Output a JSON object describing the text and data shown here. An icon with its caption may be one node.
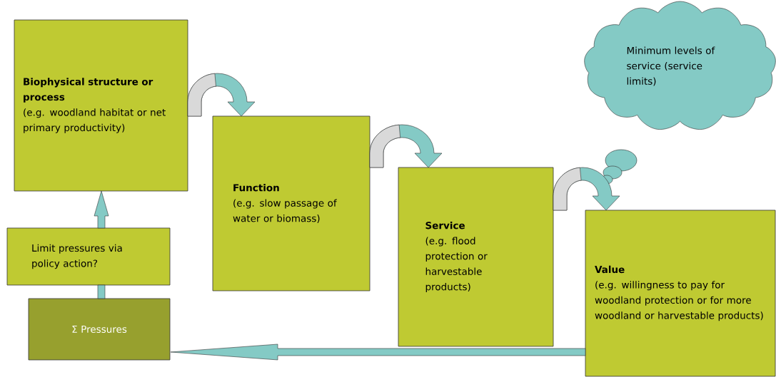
{
  "diagram": {
    "nodes": [
      {
        "text": [
          "Biophysical structure or process",
          "(e.g. woodland habitat or net primary productivity)"
        ]
      },
      {
        "text": [
          "Function",
          "(e.g. slow passage of water or biomass)"
        ]
      },
      {
        "text": [
          "Service",
          "(e.g. flood protection or harvestable products)"
        ]
      },
      {
        "text": [
          "Value",
          "(e.g. willingness to pay for woodland protection or for more woodland or harvestable products)"
        ]
      },
      {
        "text": [
          "Minimum levels of service (service limits)"
        ]
      },
      {
        "text": [
          "Limit pressures via policy action?"
        ]
      },
      {
        "text": [
          "Σ Pressures"
        ]
      }
    ],
    "edges": [
      {
        "from": 0,
        "to": 1,
        "arrow": "to"
      },
      {
        "from": 1,
        "to": 2,
        "arrow": "to"
      },
      {
        "from": 2,
        "to": 3,
        "arrow": "to"
      },
      {
        "from": 3,
        "to": 6,
        "arrow": "to"
      },
      {
        "from": 6,
        "to": 5,
        "arrow": "none"
      },
      {
        "from": 5,
        "to": 0,
        "arrow": "to"
      }
    ]
  }
}
